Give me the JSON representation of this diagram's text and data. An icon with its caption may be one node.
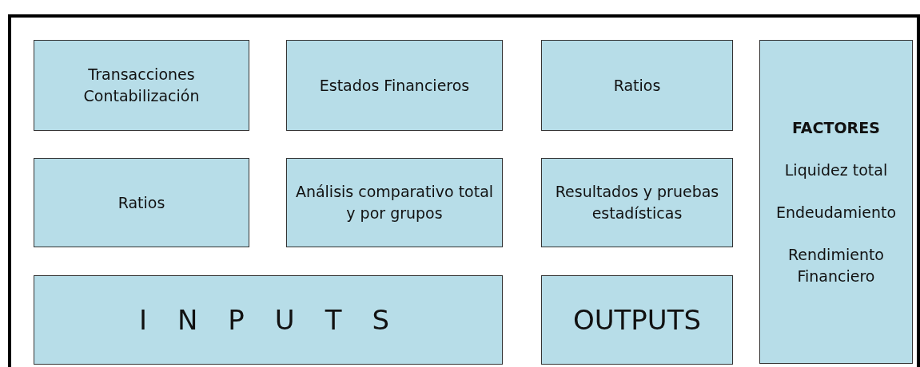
{
  "diagram": {
    "nodes": [
      {
        "text": [],
        "shape": "box"
      },
      {
        "text": [
          "Transacciones Contabilización"
        ],
        "in": 0
      },
      {
        "text": [
          "Estados Financieros"
        ],
        "in": 0
      },
      {
        "text": [
          "Ratios"
        ],
        "in": 0
      },
      {
        "text": [
          "FACTORES",
          "Liquidez total",
          "Endeudamiento",
          "Rendimiento Financiero"
        ],
        "in": 0
      },
      {
        "text": [
          "Ratios"
        ],
        "in": 0
      },
      {
        "text": [
          "Análisis comparativo total y por grupos"
        ],
        "in": 0
      },
      {
        "text": [
          "Resultados y pruebas estadísticas"
        ],
        "in": 0
      },
      {
        "text": [
          "INPUTS"
        ],
        "in": 0
      },
      {
        "text": [
          "OUTPUTS"
        ],
        "in": 0
      }
    ]
  }
}
